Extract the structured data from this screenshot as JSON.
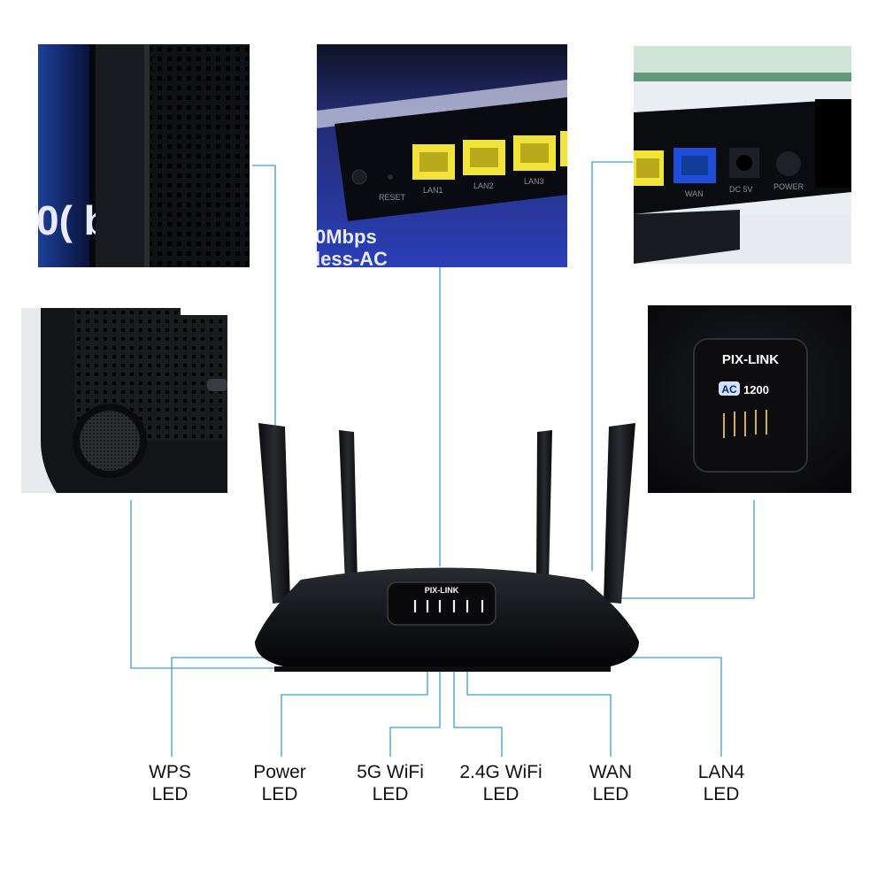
{
  "brand": {
    "logo_text": "PIX-LINK",
    "badge_prefix": "AC",
    "badge_value": "1200"
  },
  "back_panel": {
    "ports": [
      "LAN1",
      "LAN2",
      "LAN3"
    ],
    "reset_label": "RESET",
    "wan_label": "WAN",
    "dc_label": "DC 5V",
    "power_label": "POWER"
  },
  "box_text": {
    "line1": "0Mbps",
    "line2": "less-AC",
    "fragment": "0( b"
  },
  "led_labels": [
    {
      "line1": "WPS",
      "line2": "LED"
    },
    {
      "line1": "Power",
      "line2": "LED"
    },
    {
      "line1": "5G WiFi",
      "line2": "LED"
    },
    {
      "line1": "2.4G WiFi",
      "line2": "LED"
    },
    {
      "line1": "WAN",
      "line2": "LED"
    },
    {
      "line1": "LAN4",
      "line2": "LED"
    }
  ],
  "colors": {
    "callout_line": "#3a9fd1",
    "router_body": "#15161a",
    "lan_port": "#f2e33a",
    "wan_port": "#1f4fd8"
  }
}
